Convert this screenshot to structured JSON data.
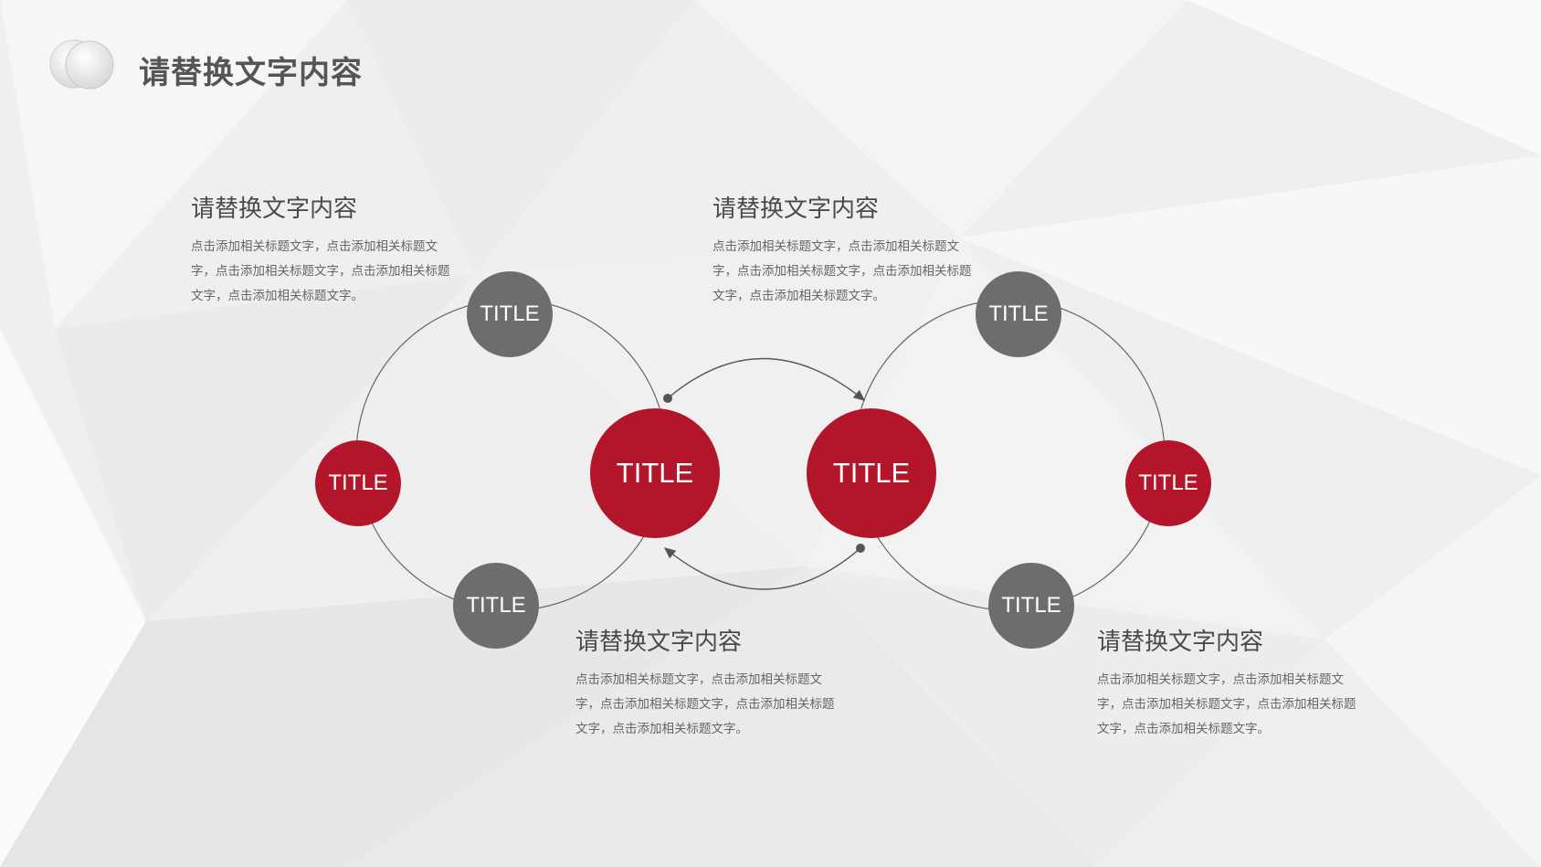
{
  "page": {
    "title": "请替换文字内容"
  },
  "colors": {
    "accent_red": "#b3162a",
    "node_gray": "#6d6d6d",
    "ring_line": "#666666",
    "text_dark": "#555555"
  },
  "nodes": {
    "left_top": "TITLE",
    "left_side": "TITLE",
    "left_bottom": "TITLE",
    "center_left": "TITLE",
    "center_right": "TITLE",
    "right_top": "TITLE",
    "right_side": "TITLE",
    "right_bottom": "TITLE"
  },
  "blocks": [
    {
      "heading": "请替换文字内容",
      "body": "点击添加相关标题文字，点击添加相关标题文字，点击添加相关标题文字，点击添加相关标题文字，点击添加相关标题文字。"
    },
    {
      "heading": "请替换文字内容",
      "body": "点击添加相关标题文字，点击添加相关标题文字，点击添加相关标题文字，点击添加相关标题文字，点击添加相关标题文字。"
    },
    {
      "heading": "请替换文字内容",
      "body": "点击添加相关标题文字，点击添加相关标题文字，点击添加相关标题文字，点击添加相关标题文字，点击添加相关标题文字。"
    },
    {
      "heading": "请替换文字内容",
      "body": "点击添加相关标题文字，点击添加相关标题文字，点击添加相关标题文字，点击添加相关标题文字，点击添加相关标题文字。"
    }
  ]
}
